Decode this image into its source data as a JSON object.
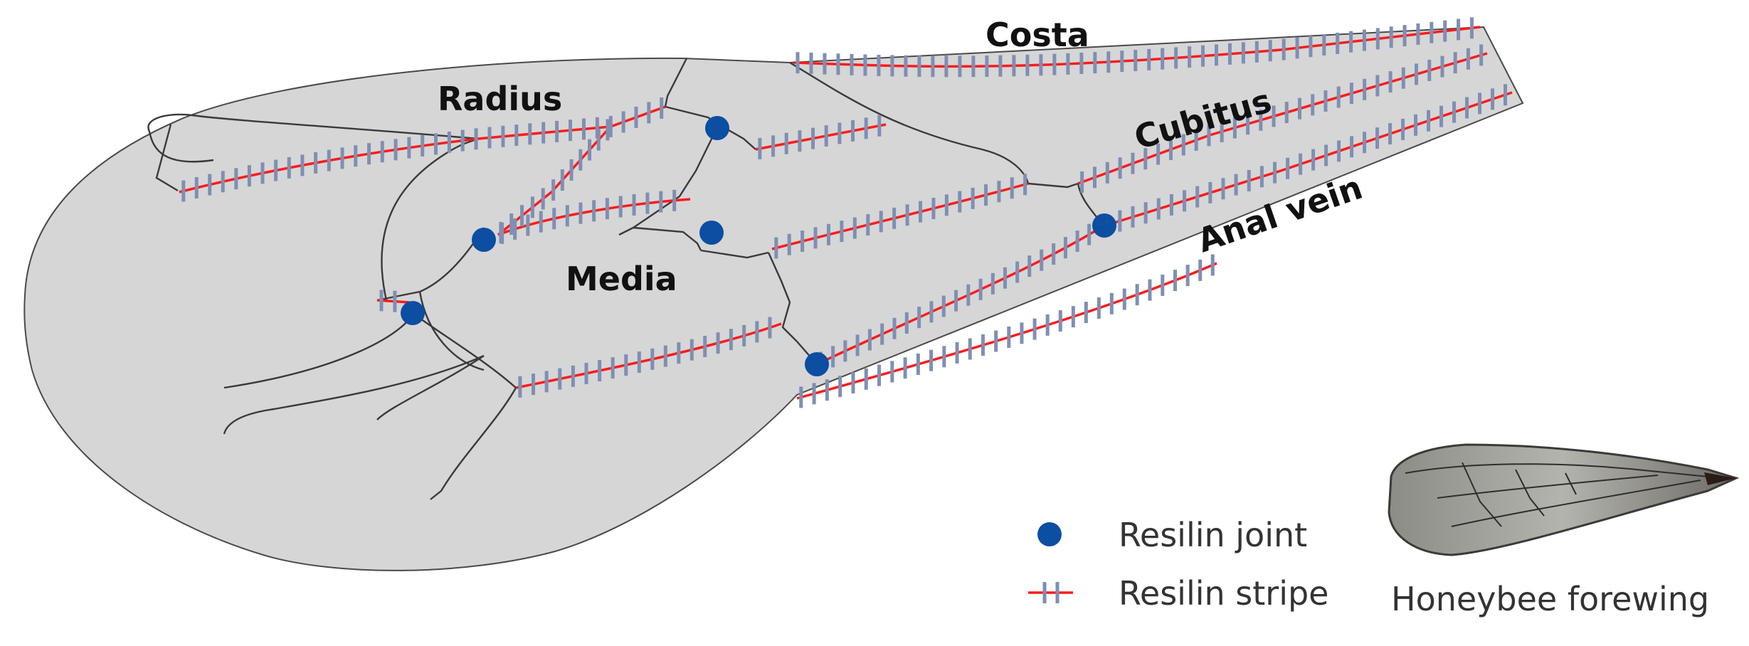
{
  "diagram": {
    "vein_labels": {
      "costa": "Costa",
      "radius": "Radius",
      "cubitus": "Cubitus",
      "anal_vein": "Anal vein",
      "media": "Media"
    },
    "legend": {
      "joint_label": "Resilin joint",
      "stripe_label": "Resilin stripe"
    },
    "photo_caption": "Honeybee forewing",
    "colors": {
      "wing_fill": "#d6d6d6",
      "vein_line": "#3a3a3a",
      "resilin_stripe": "#ff1a1a",
      "resilin_ticks": "#7f8fb3",
      "resilin_joint": "#0b4ea2"
    }
  }
}
